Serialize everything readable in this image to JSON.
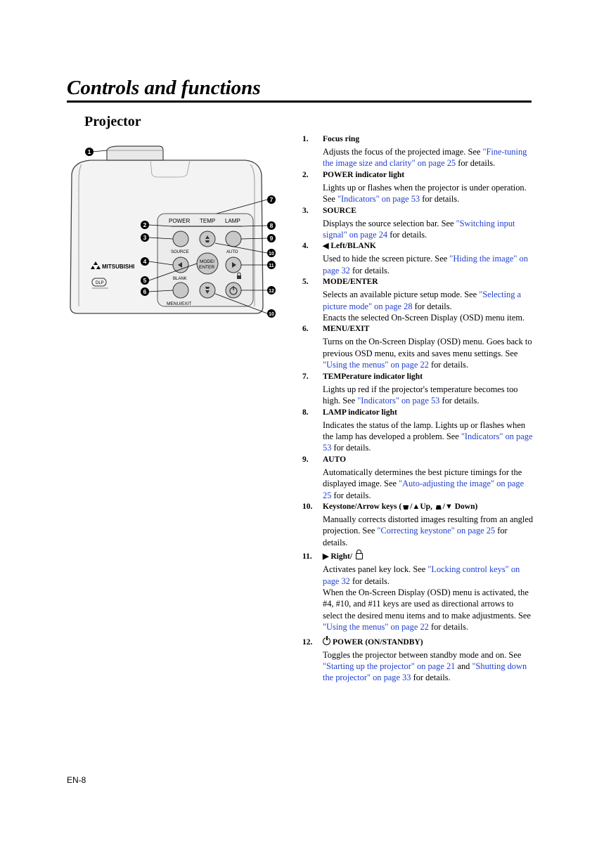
{
  "page": {
    "title": "Controls and functions",
    "section": "Projector",
    "footer": "EN-8"
  },
  "diagram": {
    "brand": "MITSUBISHI",
    "dlp_logo": "DLP",
    "panel_labels": {
      "power": "POWER",
      "temp": "TEMP",
      "lamp": "LAMP",
      "source": "SOURCE",
      "auto": "AUTO",
      "mode_enter_1": "MODE/",
      "mode_enter_2": "ENTER",
      "blank": "BLANK",
      "menu_exit": "MENU/EXIT"
    },
    "callouts": [
      "1",
      "2",
      "3",
      "4",
      "5",
      "6",
      "7",
      "8",
      "9",
      "10",
      "11",
      "12",
      "10"
    ]
  },
  "items": [
    {
      "num": "1.",
      "title": "Focus ring",
      "text1": "Adjusts the focus of the projected image. See ",
      "link1": "\"Fine-tuning the image size and clarity\" on page 25",
      "text2": " for details."
    },
    {
      "num": "2.",
      "title": "POWER indicator light",
      "text1": "Lights up or flashes when the projector is under operation. See ",
      "link1": "\"Indicators\" on page 53",
      "text2": " for details."
    },
    {
      "num": "3.",
      "title": "SOURCE",
      "text1": "Displays the source selection bar. See ",
      "link1": "\"Switching input signal\" on page 24",
      "text2": " for details."
    },
    {
      "num": "4.",
      "title_icon": "left-arrow-icon",
      "title": "Left/BLANK",
      "text1": "Used to hide the screen picture. See ",
      "link1": "\"Hiding the image\" on page 32",
      "text2": " for details."
    },
    {
      "num": "5.",
      "title": "MODE/ENTER",
      "text1": "Selects an available picture setup mode. See ",
      "link1": "\"Selecting a picture mode\" on page 28",
      "text2": " for details.",
      "text3": "Enacts the selected On-Screen Display (OSD) menu item."
    },
    {
      "num": "6.",
      "title": "MENU/EXIT",
      "text1": "Turns on the On-Screen Display (OSD) menu. Goes back to previous OSD menu, exits and saves menu settings. See ",
      "link1": "\"Using the menus\" on page 22",
      "text2": " for details."
    },
    {
      "num": "7.",
      "title": "TEMPerature indicator light",
      "text1": "Lights up red if the projector's temperature becomes too high. See ",
      "link1": "\"Indicators\" on page 53",
      "text2": " for details."
    },
    {
      "num": "8.",
      "title": "LAMP indicator light",
      "text1": "Indicates the status of the lamp. Lights up or flashes when the lamp has developed a problem. See ",
      "link1": "\"Indicators\" on page 53",
      "text2": " for details."
    },
    {
      "num": "9.",
      "title": "AUTO",
      "text1": "Automatically determines the best picture timings for the displayed image. See ",
      "link1": "\"Auto-adjusting the image\" on page 25",
      "text2": " for details."
    },
    {
      "num": "10.",
      "title_a": "Keystone/Arrow keys (",
      "title_b": "Up,",
      "title_c": "Down)",
      "text1": "Manually corrects distorted images resulting from an angled projection. See ",
      "link1": "\"Correcting keystone\" on page 25",
      "text2": " for details."
    },
    {
      "num": "11.",
      "title": "Right",
      "text1": "Activates panel key lock. See ",
      "link1": "\"Locking control keys\" on page 32",
      "text2": " for details.",
      "text3a": "When the On-Screen Display (OSD) menu is activated, the #4, #10, and #11 keys are used as directional arrows to select the desired menu items and to make adjustments. See ",
      "link2": "\"Using the menus\" on page 22",
      "text3b": " for details."
    },
    {
      "num": "12.",
      "title": "POWER (ON/STANDBY)",
      "text1": "Toggles the projector between standby mode and on. See ",
      "link1": "\"Starting up the projector\" on page 21",
      "text_mid": " and ",
      "link2": "\"Shutting down the projector\" on page 33",
      "text2": " for details."
    }
  ]
}
